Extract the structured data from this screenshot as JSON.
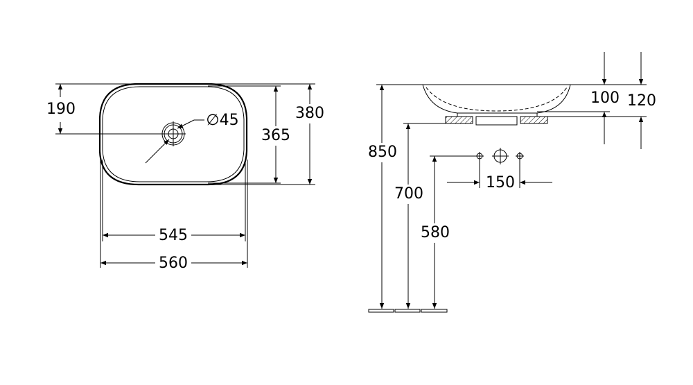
{
  "top_view": {
    "depth_to_drain": "190",
    "drain_diameter": "∅45",
    "inner_depth": "365",
    "outer_depth": "380",
    "inner_width": "545",
    "outer_width": "560"
  },
  "side_view": {
    "basin_height": "100",
    "total_height": "120",
    "rim_height": "850",
    "counter_height": "700",
    "tap_height": "580",
    "tap_spacing": "150"
  }
}
